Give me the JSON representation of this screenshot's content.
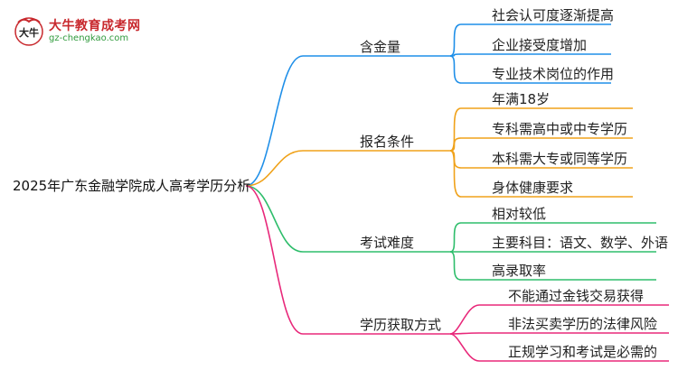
{
  "logo": {
    "name": "大牛教育成考网",
    "url": "gz-chengkao.com",
    "mark_icon": "ox-logo-icon",
    "mark_glyph": "大牛"
  },
  "root": "2025年广东金融学院成人高考学历分析",
  "colors": {
    "blue": "#1f8fe8",
    "orange": "#f0a21a",
    "green": "#2ebd6b",
    "pink": "#e8287a",
    "logo_red": "#c8282d",
    "logo_green": "#2f9a3c"
  },
  "branches": [
    {
      "label": "含金量",
      "color": "blue",
      "children": [
        "社会认可度逐渐提高",
        "企业接受度增加",
        "专业技术岗位的作用"
      ]
    },
    {
      "label": "报名条件",
      "color": "orange",
      "children": [
        "年满18岁",
        "专科需高中或中专学历",
        "本科需大专或同等学历",
        "身体健康要求"
      ]
    },
    {
      "label": "考试难度",
      "color": "green",
      "children": [
        "相对较低",
        "主要科目：语文、数学、外语",
        "高录取率"
      ]
    },
    {
      "label": "学历获取方式",
      "color": "pink",
      "children": [
        "不能通过金钱交易获得",
        "非法买卖学历的法律风险",
        "正规学习和考试是必需的"
      ]
    }
  ]
}
